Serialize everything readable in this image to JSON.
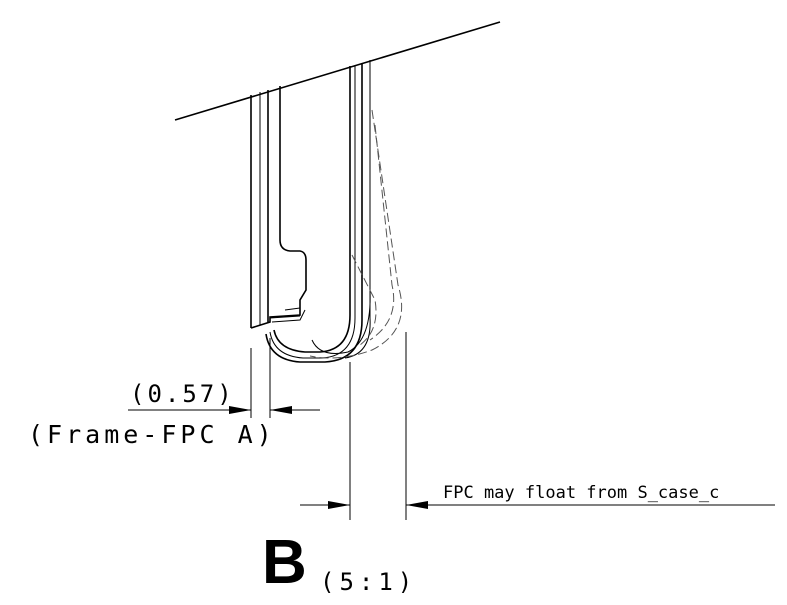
{
  "dimension": {
    "value": "(0.57)",
    "reference": "(Frame-FPC A)"
  },
  "note": "FPC may float from S_case_c",
  "view": {
    "label": "B",
    "scale": "(5:1)"
  }
}
